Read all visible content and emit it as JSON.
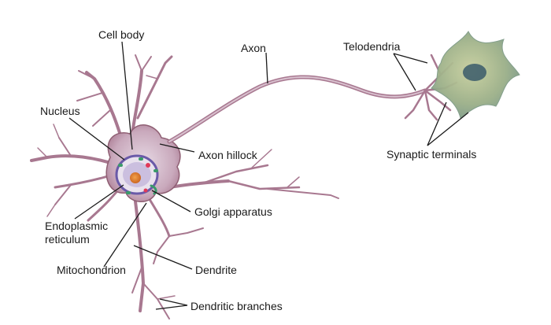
{
  "labels": {
    "cell_body": "Cell body",
    "axon": "Axon",
    "telodendria": "Telodendria",
    "nucleus": "Nucleus",
    "axon_hillock": "Axon hillock",
    "synaptic_terminals": "Synaptic terminals",
    "golgi_apparatus": "Golgi apparatus",
    "endoplasmic_line1": "Endoplasmic",
    "endoplasmic_line2": "reticulum",
    "mitochondrion": "Mitochondrion",
    "dendrite": "Dendrite",
    "dendritic_branches": "Dendritic branches"
  },
  "colors": {
    "membrane": "#b98a9c",
    "membrane_dark": "#8f5f73",
    "cytoplasm": "#d7c5d3",
    "nucleus_ring": "#6a5aa8",
    "nucleolus": "#e0782a",
    "golgi_green": "#3a9a6a",
    "target_cell": "#a9b98a",
    "target_nucleus": "#3a5a6a",
    "leader": "#1a1a1a"
  }
}
